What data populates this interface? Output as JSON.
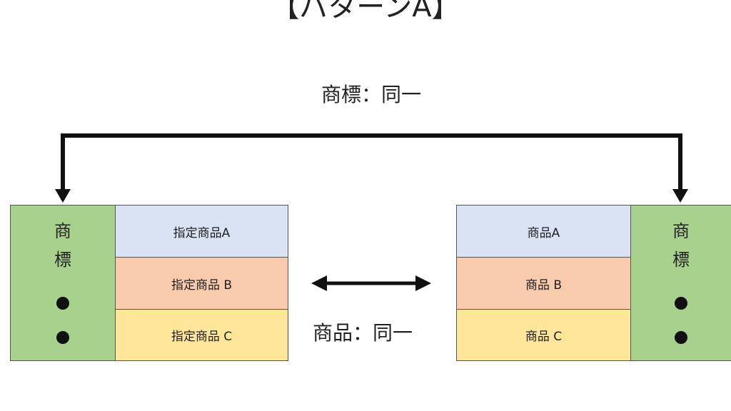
{
  "title": "【パターンA】",
  "top_label": "商標：同一",
  "mid_label": "商品：同一",
  "left_panel": {
    "mark_chars": [
      "商",
      "標"
    ],
    "items": [
      "指定商品A",
      "指定商品 B",
      "指定商品 C"
    ]
  },
  "right_panel": {
    "mark_chars": [
      "商",
      "標"
    ],
    "items": [
      "商品A",
      "商品 B",
      "商品 C"
    ]
  },
  "colors": {
    "green": "#a9d18e",
    "blue": "#dae3f3",
    "orange": "#f8cbad",
    "yellow": "#ffe699"
  }
}
